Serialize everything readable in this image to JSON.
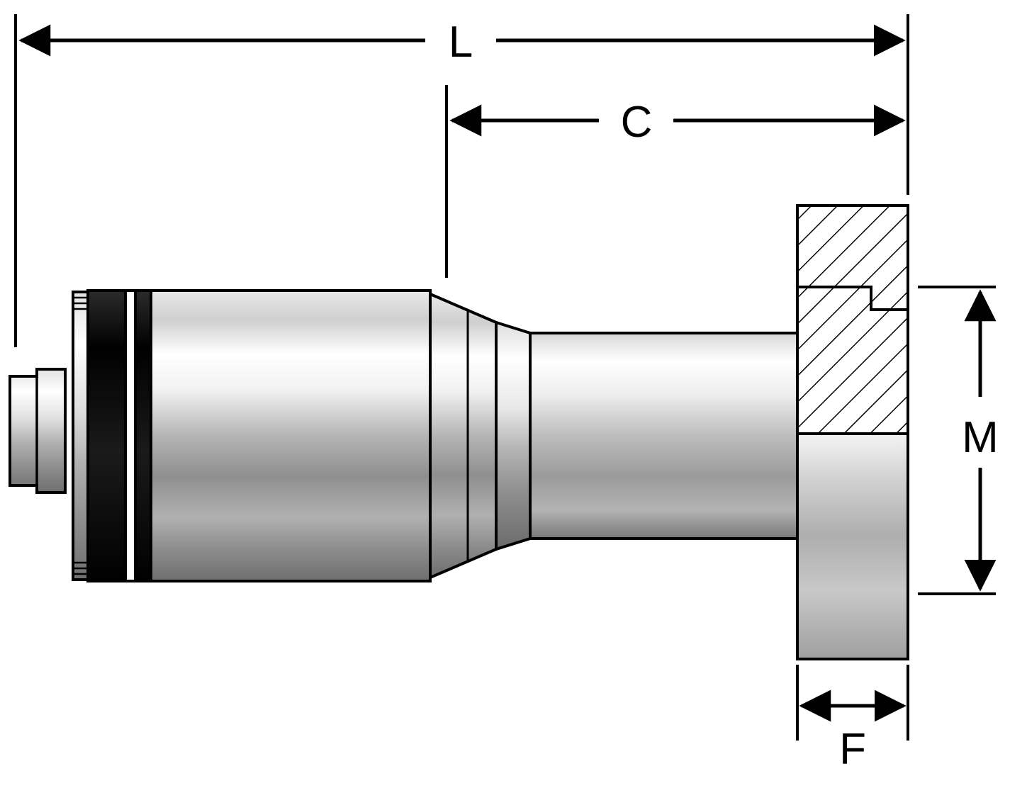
{
  "diagram": {
    "title": "Hydraulic hose coupling flange fitting — dimensioned side section view",
    "type": "engineering-drawing",
    "background_color": "#FFFFFF",
    "line_color": "#000000",
    "dimension_labels": [
      {
        "id": "L",
        "text": "L",
        "meaning": "overall length",
        "orientation": "horizontal"
      },
      {
        "id": "C",
        "text": "C",
        "meaning": "coupling length to flange face",
        "orientation": "horizontal"
      },
      {
        "id": "M",
        "text": "M",
        "meaning": "flange height / diameter",
        "orientation": "vertical"
      },
      {
        "id": "F",
        "text": "F",
        "meaning": "flange thickness",
        "orientation": "horizontal"
      }
    ],
    "components": [
      {
        "name": "hose-stem-nipple",
        "description": "small stepped nipple at far left"
      },
      {
        "name": "ferrule-crimp-rings",
        "description": "two dark crimp bands on ferrule body"
      },
      {
        "name": "ferrule-body",
        "description": "large cylindrical crimped ferrule"
      },
      {
        "name": "taper-shoulder",
        "description": "conical transition to smaller shank"
      },
      {
        "name": "shank",
        "description": "cylindrical shank between taper and flange"
      },
      {
        "name": "flange-head",
        "description": "hatched sectioned flange head at right"
      },
      {
        "name": "oring-groove",
        "description": "small stepped o-ring groove in flange bore"
      }
    ],
    "hatching": {
      "style": "45-degree parallel section lines",
      "region": "flange-head"
    }
  }
}
